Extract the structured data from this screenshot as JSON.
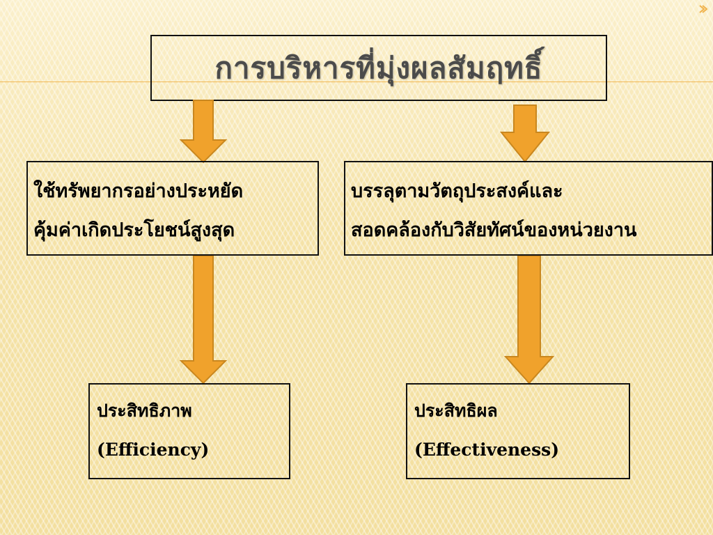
{
  "title": "การบริหารที่มุ่งผลสัมฤทธิ์",
  "left_branch": {
    "line1": "ใช้ทรัพยากรอย่างประหยัด",
    "line2": "คุ้มค่าเกิดประโยชน์สูงสุด",
    "result_th": "ประสิทธิภาพ",
    "result_en": "(Efficiency)"
  },
  "right_branch": {
    "line1": "บรรลุตามวัตถุประสงค์และ",
    "line2": "สอดคล้องกับวิสัยทัศน์ของหน่วยงาน",
    "result_th": "ประสิทธิผล",
    "result_en": "(Effectiveness)"
  },
  "colors": {
    "arrow_fill": "#f0a22c",
    "arrow_stroke": "#c9871f",
    "box_border": "#111111",
    "accent_line": "#f0b24a"
  }
}
